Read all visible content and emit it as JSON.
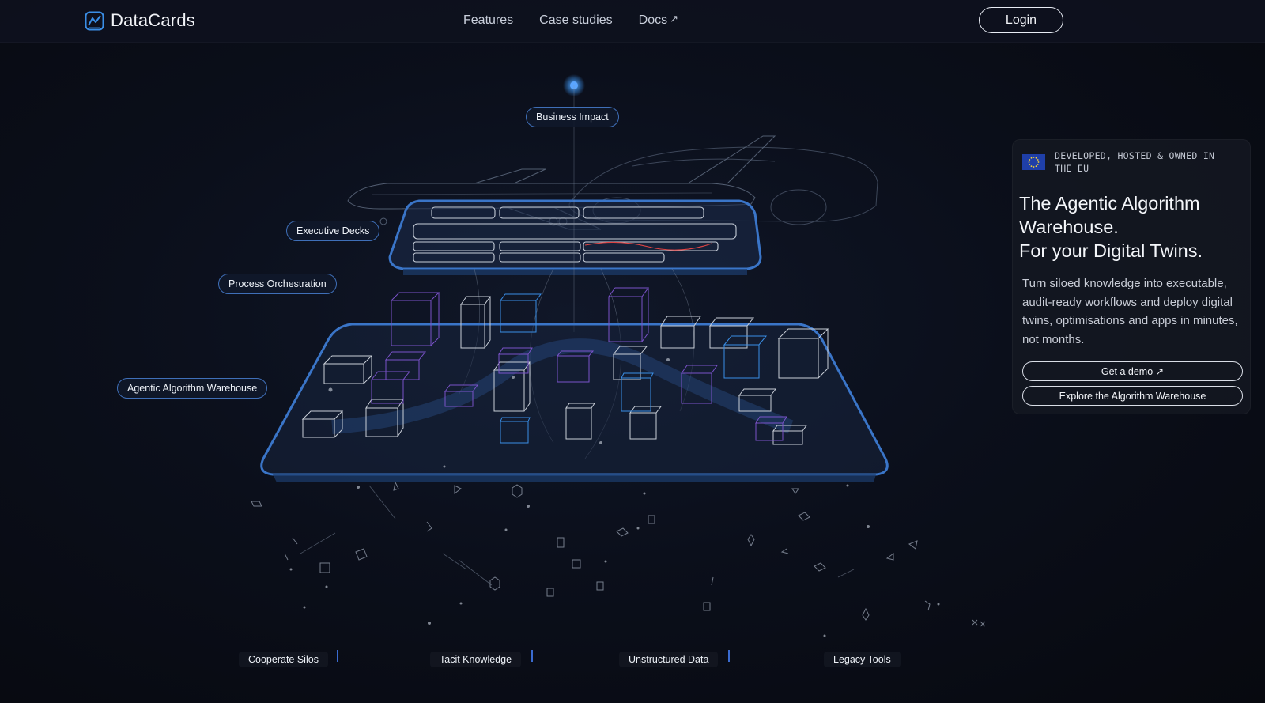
{
  "brand": {
    "name": "DataCards",
    "logo_icon": "chart-square-icon",
    "accent": "#3a8ee6"
  },
  "nav": {
    "items": [
      {
        "label": "Features"
      },
      {
        "label": "Case studies"
      },
      {
        "label": "Docs",
        "icon": "external-arrow-icon",
        "arrow": "↗"
      }
    ],
    "login_label": "Login"
  },
  "diagram": {
    "labels": {
      "business_impact": "Business Impact",
      "executive_decks": "Executive Decks",
      "process_orchestration": "Process Orchestration",
      "agentic_warehouse": "Agentic Algorithm Warehouse"
    },
    "sources": [
      "Cooperate Silos",
      "Tacit Knowledge",
      "Unstructured Data",
      "Legacy Tools"
    ],
    "platform_color": "#2f6bb8"
  },
  "panel": {
    "eu_badge": "DEVELOPED, HOSTED & OWNED IN THE EU",
    "eu_icon": "eu-flag-icon",
    "title_line1": "The Agentic Algorithm Warehouse.",
    "title_line2": "For your Digital Twins.",
    "description": "Turn siloed knowledge into executable, audit-ready workflows and deploy digital twins, optimisations and apps in minutes, not months.",
    "demo_label": "Get a demo ↗",
    "explore_label": "Explore the Algorithm Warehouse"
  }
}
